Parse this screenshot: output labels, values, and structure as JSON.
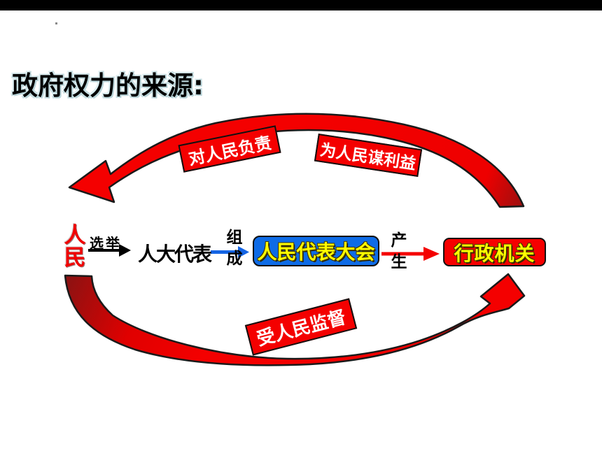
{
  "slide": {
    "title": "政府权力的来源:",
    "flow": {
      "people": "人民",
      "elect": "选举",
      "deputies": "人大代表",
      "compose": "组成",
      "congress": "人民代表大会",
      "produce": "产生",
      "executive": "行政机关"
    },
    "banners": {
      "responsible": "对人民负责",
      "benefit": "为人民谋利益",
      "supervised": "受人民监督"
    },
    "colors": {
      "arrow_red": "#f40000",
      "arrow_red_dark": "#8c1212",
      "congress_blue": "#0e6be6",
      "box_text_yellow": "#ffff00",
      "people_red": "#f10000",
      "banner_text_white": "#ffffff",
      "title_black": "#000000",
      "title_glow": "#b9d4d9",
      "top_bar_black": "#000000"
    }
  }
}
